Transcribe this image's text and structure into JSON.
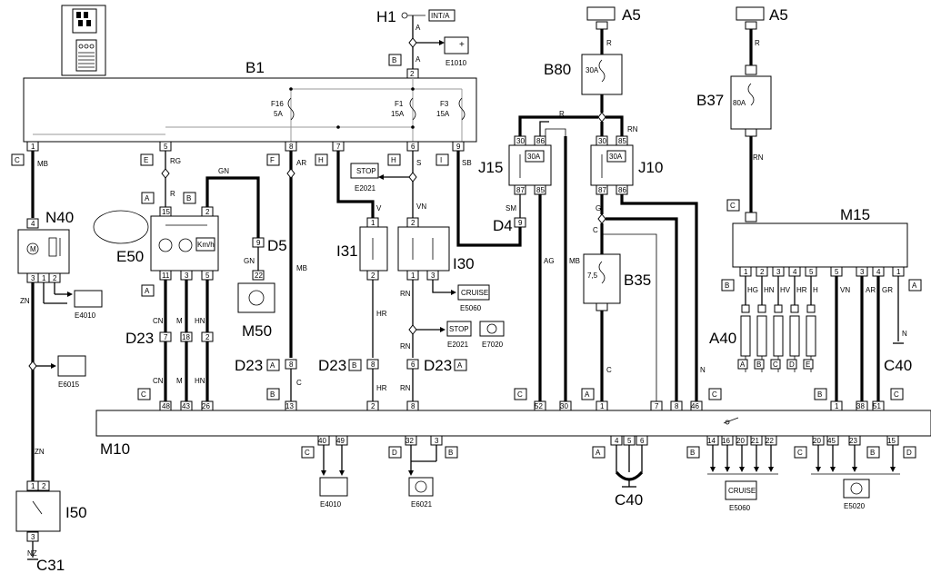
{
  "components": {
    "H1": "H1",
    "H1_tag": "INT/A",
    "A5a": "A5",
    "A5b": "A5",
    "B1": "B1",
    "B80": "B80",
    "B37": "B37",
    "J15": "J15",
    "J10": "J10",
    "N40": "N40",
    "E50": "E50",
    "D5": "D5",
    "M50": "M50",
    "I31": "I31",
    "I30": "I30",
    "D4": "D4",
    "B35": "B35",
    "M15": "M15",
    "A40": "A40",
    "C40a": "C40",
    "C40b": "C40",
    "D23a": "D23",
    "D23b": "D23",
    "D23c": "D23",
    "D23d": "D23",
    "M10": "M10",
    "I50": "I50",
    "C31": "C31"
  },
  "refs": {
    "E1010": "E1010",
    "E4010a": "E4010",
    "E6015": "E6015",
    "E2021a": "E2021",
    "E5060a": "E5060",
    "E2021b": "E2021",
    "E7020": "E7020",
    "E4010b": "E4010",
    "E6021": "E6021",
    "E5060b": "E5060",
    "E5020": "E5020",
    "cruise1": "CRUISE",
    "cruise2": "CRUISE",
    "stop": "STOP",
    "kmh": "Km/h"
  },
  "fuses": {
    "F16": "F16",
    "F16a": "5A",
    "F1": "F1",
    "F1a": "15A",
    "F3": "F3",
    "F3a": "15A",
    "b80": "30A",
    "b37": "80A",
    "j15": "30A",
    "j10": "30A",
    "b35": "7,5"
  },
  "wires": {
    "A": "A",
    "R": "R",
    "R2": "R",
    "R3": "R",
    "RN": "RN",
    "RN2": "RN",
    "MB": "MB",
    "RG": "RG",
    "GN": "GN",
    "GN2": "GN",
    "AR": "AR",
    "S": "S",
    "SB": "SB",
    "V": "V",
    "VN": "VN",
    "SM": "SM",
    "AG": "AG",
    "MB2": "MB",
    "MB3": "MB",
    "G": "G",
    "C": "C",
    "C2": "C",
    "C3": "C",
    "ZN": "ZN",
    "ZN2": "ZN",
    "NZ": "NZ",
    "CN": "CN",
    "CN2": "CN",
    "M": "M",
    "M2": "M",
    "HN": "HN",
    "HN2": "HN",
    "HR": "HR",
    "HR2": "HR",
    "RN3": "RN",
    "RN4": "RN",
    "N": "N",
    "N2": "N",
    "HG": "HG",
    "HN3": "HN",
    "HV": "HV",
    "HR3": "HR",
    "H": "H",
    "VN2": "VN",
    "AR2": "AR",
    "GR": "GR"
  },
  "conn": {
    "B": "B",
    "C": "C",
    "E": "E",
    "F": "F",
    "H": "H",
    "H2": "H",
    "I": "I",
    "A": "A",
    "B2": "B",
    "A2": "A",
    "C2": "C",
    "B3": "B",
    "A3": "A",
    "B4": "B",
    "C3": "C",
    "A4": "A",
    "C4": "C",
    "C5": "C",
    "B5": "B",
    "A5": "A",
    "B6": "B",
    "C6": "C",
    "D": "D",
    "B7": "B",
    "A6": "A",
    "B8": "B",
    "C7": "C",
    "B9": "B",
    "D2": "D",
    "C8": "C",
    "A7": "A",
    "B10": "B"
  },
  "pins": {
    "p2": "2",
    "p1": "1",
    "p5": "5",
    "p8": "8",
    "p7": "7",
    "p6": "6",
    "p9": "9",
    "p15": "15",
    "p2b": "2",
    "p11": "11",
    "p3": "3",
    "p5b": "5",
    "p9b": "9",
    "p22": "22",
    "p1b": "1",
    "p2c": "2",
    "p2d": "2",
    "p1c": "1",
    "p3b": "3",
    "p4": "4",
    "p3c": "3",
    "p1d": "1",
    "p2e": "2",
    "p30": "30",
    "p86": "86",
    "p87": "87",
    "p85": "85",
    "p30b": "30",
    "p85b": "85",
    "p87b": "87",
    "p86b": "86",
    "p9c": "9",
    "m1": "1",
    "m2": "2",
    "m3": "3",
    "m4": "4",
    "m5": "5",
    "m5b": "5",
    "m3b": "3",
    "m4b": "4",
    "m1b": "1",
    "d7": "7",
    "d18": "18",
    "d2": "2",
    "d8": "8",
    "d8b": "8",
    "d8c": "8",
    "e48": "48",
    "e43": "43",
    "e26": "26",
    "e13": "13",
    "e2": "2",
    "e8": "8",
    "e52": "52",
    "e30": "30",
    "e1": "1",
    "e7": "7",
    "e8b": "8",
    "e46": "46",
    "e1b": "1",
    "e38": "38",
    "e51": "51",
    "f40": "40",
    "f49": "49",
    "f32": "32",
    "f3": "3",
    "f4": "4",
    "f5": "5",
    "f6": "6",
    "f14": "14",
    "f16": "16",
    "f20": "20",
    "f21": "21",
    "f22": "22",
    "f20b": "20",
    "f45": "45",
    "f23": "23",
    "f15": "15",
    "i1": "1",
    "i2": "2",
    "i3": "3"
  },
  "a40_pins": [
    "A",
    "B",
    "C",
    "D",
    "E"
  ]
}
